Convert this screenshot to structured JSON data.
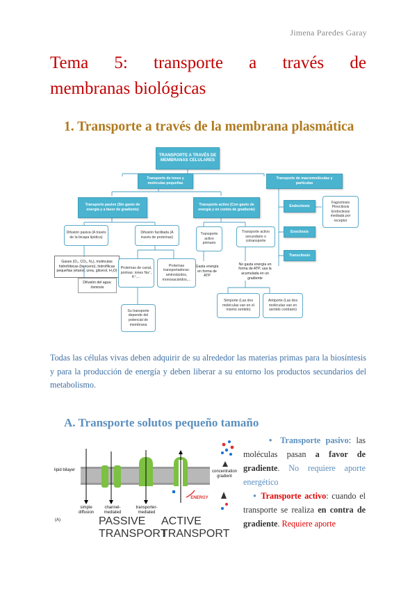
{
  "author": "Jimena Paredes Garay",
  "title": {
    "words": [
      "Tema",
      "5:",
      "transporte",
      "a",
      "través",
      "de"
    ],
    "line2": "membranas biológicas"
  },
  "section1": "1. Transporte a través de la membrana plasmática",
  "concept_map": {
    "root": "TRANSPORTE A TRAVÉS DE MEMBRANAS CELULARES",
    "small": "Transporte de iones y moléculas pequeñas",
    "macro": "Transporte de macromoléculas y partículas",
    "passive": "Transporte pasivo (Sin gasto de energía y a favor de gradiente)",
    "active": "Transporte activo (Con gasto de energía y en contra de gradiente)",
    "endocitosis": "Endocitosis",
    "endocitosis_types": "Fagocitosis Pinocitosis Endocitosis mediada por receptor",
    "exocitosis": "Exocitosis",
    "transcitosis": "Transcitosis",
    "simple_diffusion": "Difusión pasiva (A través de la bicapa lipídica)",
    "facilitated": "Difusión facilitada (A través de proteínas)",
    "primary": "Transporte activo primario",
    "secondary": "Transporte activo secundario o cotransporte",
    "gases": "Gases (O₂, CO₂, N₂), moléculas hidrofóbicas (benceno), hidrofílicas pequeñas (etanol, urea, glicerol, H₂O)",
    "water": "Difusión del agua: ósmosis",
    "channels": "Proteínas de canal, porinas: iones Na⁺, K⁺,...",
    "carriers": "Proteínas transportadoras: aminoácidos, monosacáridos,...",
    "atp": "Gasta energía en forma de ATP",
    "no_atp": "No gasta energía en forma de ATP, usa la acumulada en un gradiente",
    "depends": "Su transporte depende del potencial de membrana",
    "symport": "Simporte (Las dos moléculas van en el mismo sentido)",
    "antiport": "Antiporte (Las dos moléculas van en sentido contrario)"
  },
  "paragraph": "Todas las células vivas deben adquirir de su alrededor las materias primas para la biosíntesis y para la producción de energía y deben liberar a su entorno los productos secundarios del metabolismo.",
  "section_a": "A. Transporte solutos pequeño tamaño",
  "figure": {
    "lipid_bilayer": "lipid bilayer",
    "simple": "simple diffusion",
    "channel": "channel-mediated",
    "transporter": "transporter-mediated",
    "gradient": "concentration gradient",
    "energy": "ENERGY",
    "passive": "PASSIVE TRANSPORT",
    "active": "ACTIVE TRANSPORT",
    "panel": "(A)"
  },
  "bullets": {
    "passive_label": "Transporte pasivo",
    "passive_text1": ": las moléculas pasan ",
    "passive_bold": "a favor de gradiente",
    "passive_dot": ". ",
    "passive_text2": "No requiere aporte energético",
    "active_label": "Transporte activo",
    "active_text1": ": cuando el transporte se realiza ",
    "active_bold": "en contra de gradiente",
    "active_dot": ". ",
    "active_text2": "Requiere aporte"
  }
}
